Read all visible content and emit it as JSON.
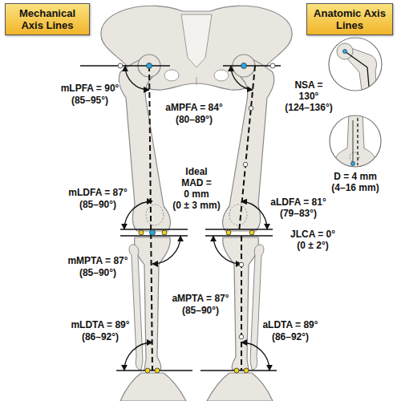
{
  "diagram": {
    "nodes": [
      {
        "text": [
          "Mechanical Axis Lines"
        ]
      },
      {
        "text": [
          "Anatomic Axis Lines"
        ]
      }
    ],
    "labels": [
      "mLPFA = 90°",
      "(85–95°)",
      "aMPFA = 84°",
      "(80–89°)",
      "NSA =",
      "130°",
      "(124–136°)",
      "D = 4 mm",
      "(4–16 mm)",
      "Ideal",
      "MAD =",
      "0 mm",
      "(0 ± 3 mm)",
      "mLDFA = 87°",
      "(85–90°)",
      "aLDFA = 81°",
      "(79–83°)",
      "JLCA = 0°",
      "(0 ± 2°)",
      "mMPTA = 87°",
      "(85–90°)",
      "aMPTA = 87°",
      "(85–90°)",
      "mLDTA = 89°",
      "(86–92°)",
      "aLDTA = 89°",
      "(86–92°)"
    ]
  }
}
